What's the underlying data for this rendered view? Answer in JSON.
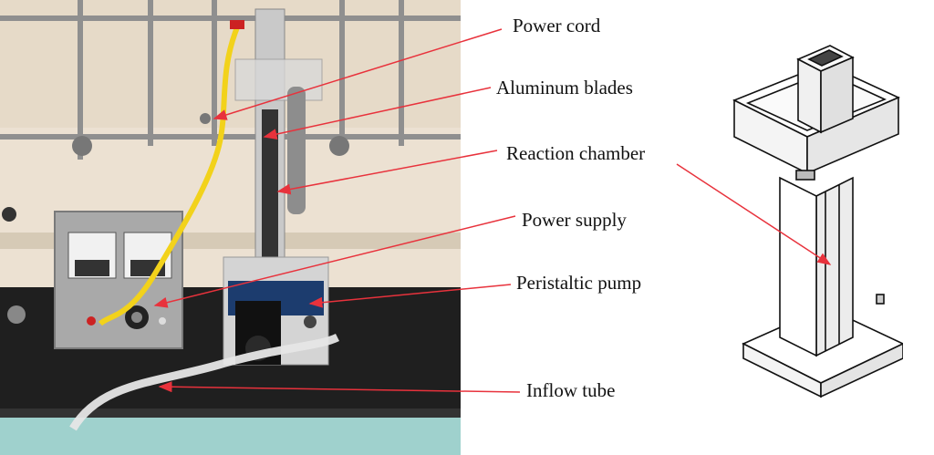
{
  "labels": {
    "power_cord": "Power cord",
    "aluminum_blades": "Aluminum blades",
    "reaction_chamber": "Reaction chamber",
    "power_supply": "Power supply",
    "peristaltic_pump": "Peristaltic pump",
    "inflow_tube": "Inflow tube"
  },
  "colors": {
    "arrow": "#e8323c",
    "wall": "#e9dfcf",
    "bench": "#222222",
    "cord": "#f2d21b",
    "drawing_line": "#111111"
  }
}
